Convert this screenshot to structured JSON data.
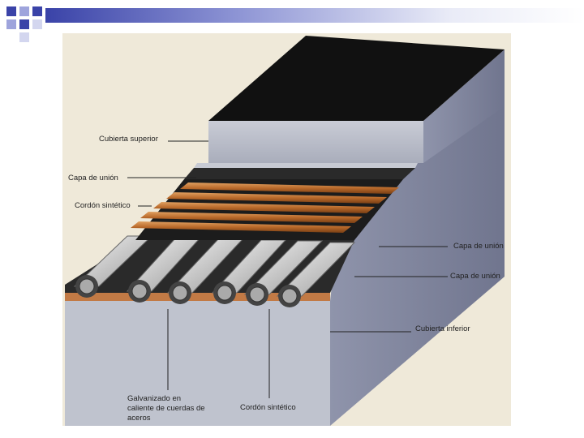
{
  "diagram": {
    "labels": {
      "top_cover": "Cubierta superior",
      "bond_layer_1": "Capa de unión",
      "synthetic_cord_1": "Cordón sintético",
      "bond_layer_2": "Capa de unión",
      "bond_layer_3": "Capa de unión",
      "bottom_cover": "Cubierta inferior",
      "galvanized_steel": "Galvanizado en caliente de cuerdas de aceros",
      "synthetic_cord_2": "Cordón sintético"
    }
  },
  "colors": {
    "slide_accent": "#3a43a8",
    "rubber_black": "#1a1a1a",
    "belt_gray": "#b9bdc8",
    "belt_side": "#8a8fa6",
    "cord_orange": "#c97b3a",
    "steel": "#d9d9d9"
  }
}
